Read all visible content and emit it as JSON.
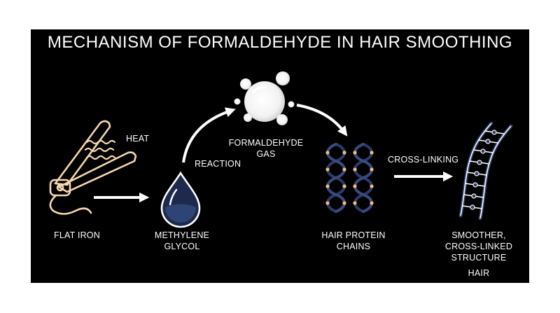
{
  "title": "MECHANISM OF FORMALDEHYDE IN HAIR SMOOTHING",
  "labels": {
    "heat": "HEAT",
    "flat_iron": "FLAT IRON",
    "methylene_1": "METHYLENE",
    "methylene_2": "GLYCOL",
    "reaction": "REACTION",
    "formaldehyde_1": "FORMALDEHYDE",
    "formaldehyde_2": "GAS",
    "cross_linking": "CROSS-LINKING",
    "protein_1": "HAIR PROTEIN",
    "protein_2": "CHAINS",
    "smoother_1": "SMOOTHER,",
    "smoother_2": "CROSS-LINKED",
    "smoother_3": "STRUCTURE",
    "hair": "HAIR"
  },
  "colors": {
    "background": "#000000",
    "text": "#ffffff",
    "iron_outline": "#f6d7ad",
    "drop_fill": "#1d2a4e",
    "chain_blue": "#2b3a66",
    "bead_orange": "#f1bb84"
  },
  "icons": [
    "flat-iron-icon",
    "heat-waves-icon",
    "droplet-icon",
    "gas-bubbles-icon",
    "protein-helix-icon",
    "cross-linked-hair-icon"
  ]
}
